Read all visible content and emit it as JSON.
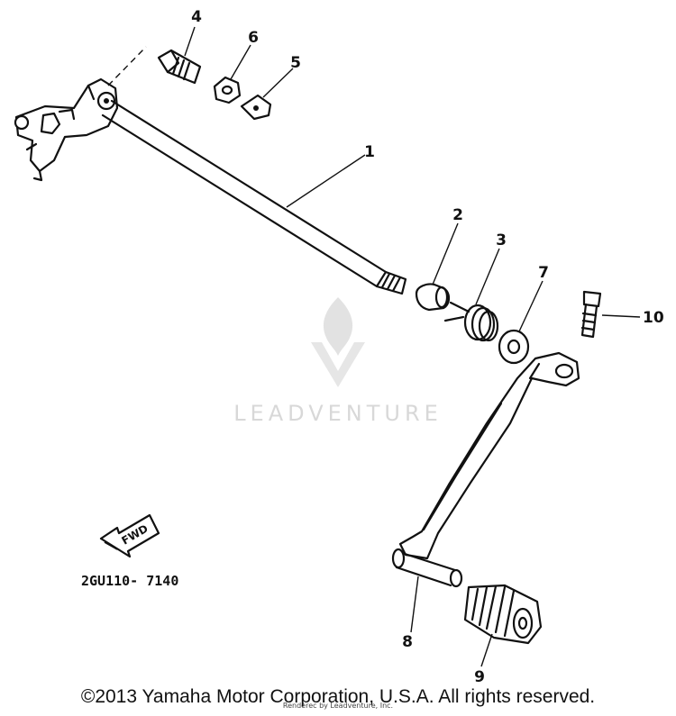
{
  "watermark": {
    "brand": "LEADVENTURE",
    "tiny_credit": "Renderec by Leadventure, Inc."
  },
  "part_code": "2GU110- 7140",
  "fwd_label": "FWD",
  "callouts": {
    "c1": "1",
    "c2": "2",
    "c3": "3",
    "c4": "4",
    "c5": "5",
    "c6": "6",
    "c7": "7",
    "c8": "8",
    "c9": "9",
    "c10": "10"
  },
  "copyright": "©2013 Yamaha Motor Corporation, U.S.A. All rights reserved.",
  "colors": {
    "ink": "#111111",
    "watermark": "#d8d8d8",
    "background": "#ffffff"
  }
}
